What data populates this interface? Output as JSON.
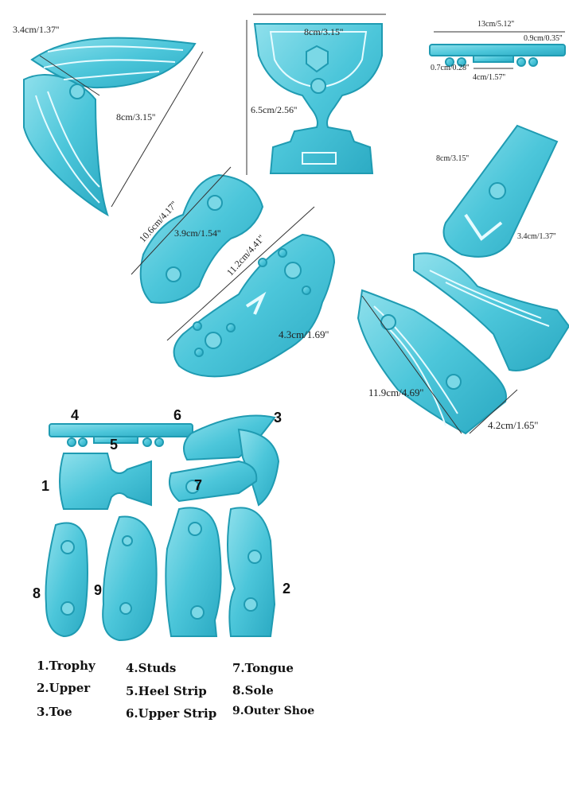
{
  "product_colors": {
    "mold": "#4cc6da",
    "mold_light": "#9be3ee",
    "mold_dark": "#1f9bb2"
  },
  "dimensions": {
    "toe_width": "3.4cm/1.37''",
    "toe_length": "8cm/3.15''",
    "trophy_width": "8cm/3.15''",
    "trophy_height": "6.5cm/2.56''",
    "strip_length": "13cm/5.12''",
    "strip_height": "0.9cm/0.35''",
    "stud_size": "0.7cm/0.28''",
    "heel_strip_length": "4cm/1.57''",
    "tongue_length": "8cm/3.15''",
    "tongue_width": "3.4cm/1.37''",
    "sole_length": "10.6cm/4.17''",
    "sole_width": "3.9cm/1.54''",
    "outer_length": "11.2cm/4.41''",
    "outer_width": "4.3cm/1.69''",
    "upper_length": "11.9cm/4.69''",
    "upper_width": "4.2cm/1.65''"
  },
  "numbers": [
    "1",
    "2",
    "3",
    "4",
    "5",
    "6",
    "7",
    "8",
    "9"
  ],
  "legend": [
    "1.Trophy",
    "2.Upper",
    "3.Toe",
    "4.Studs",
    "5.Heel Strip",
    "6.Upper Strip",
    "7.Tongue",
    "8.Sole",
    "9.Outer Shoe"
  ]
}
